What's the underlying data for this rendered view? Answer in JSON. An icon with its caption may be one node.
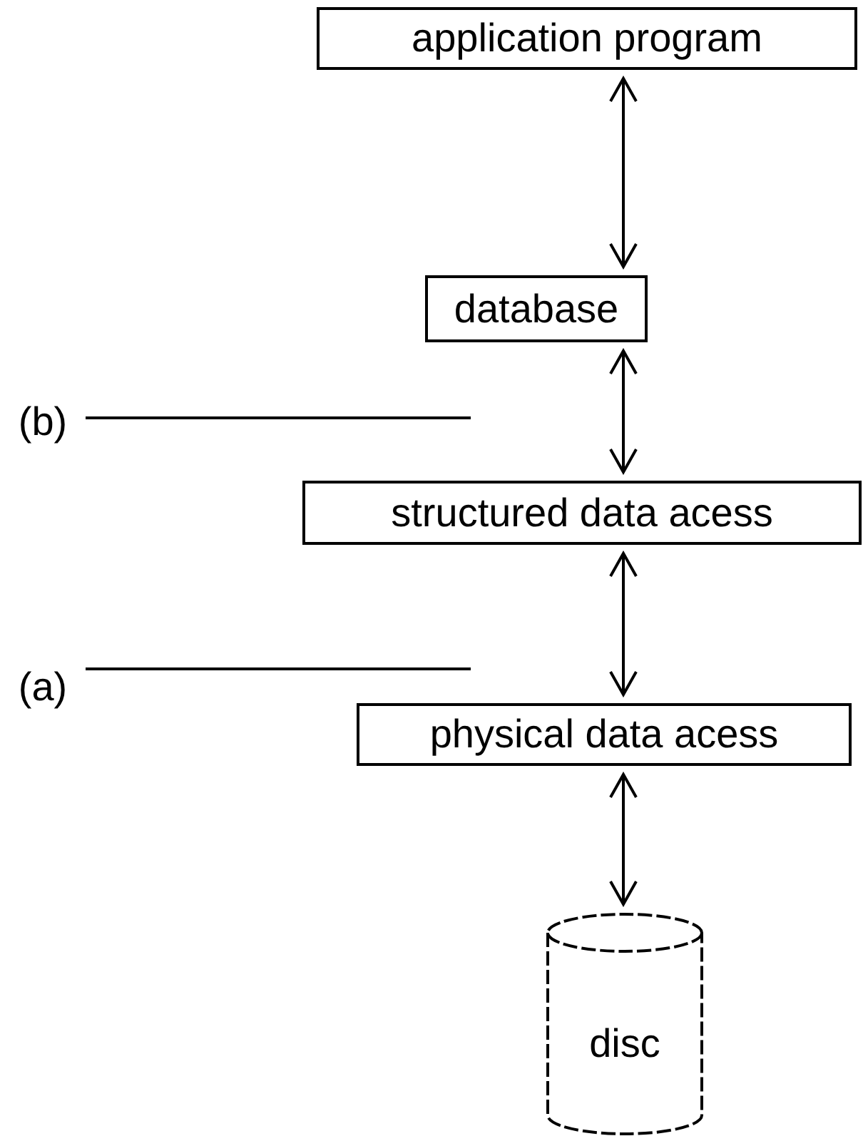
{
  "diagram": {
    "nodes": [
      {
        "text": [
          "application program"
        ]
      },
      {
        "text": [
          "database"
        ]
      },
      {
        "text": [
          "structured data acess"
        ]
      },
      {
        "text": [
          "physical data acess"
        ]
      },
      {
        "text": [
          "disc"
        ]
      },
      {
        "text": [
          "(b)"
        ]
      },
      {
        "text": [
          "(a)"
        ]
      }
    ],
    "edges": [
      {
        "from": 0,
        "to": 1,
        "arrow": "both"
      },
      {
        "from": 1,
        "to": 2,
        "arrow": "both"
      },
      {
        "from": 2,
        "to": 3,
        "arrow": "both"
      },
      {
        "from": 3,
        "to": 4,
        "arrow": "both"
      },
      {
        "from": 5,
        "to": null,
        "arrow": "none"
      },
      {
        "from": 6,
        "to": null,
        "arrow": "none"
      }
    ]
  }
}
